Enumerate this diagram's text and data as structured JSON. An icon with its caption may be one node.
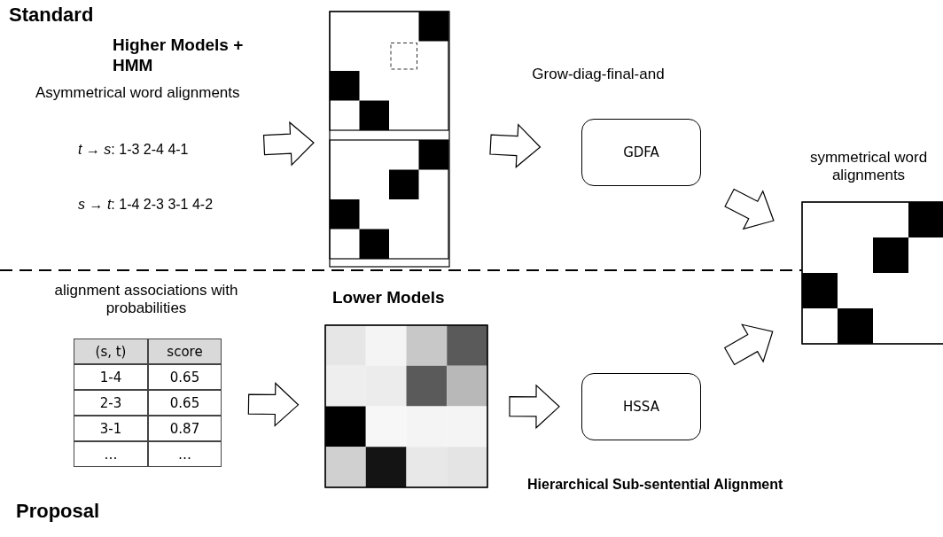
{
  "diagram": {
    "nodes": [
      {
        "text": [
          "Asymmetrical word alignments",
          "*t* → *s*: 1-3 2-4 4-1",
          "*s* → *t*: 1-4 2-3 3-1 4-2"
        ]
      },
      {
        "text": [],
        "shape": "box"
      },
      {
        "text": [
          "GDFA"
        ],
        "beside": [
          "Grow-diag-final-and"
        ]
      },
      {
        "text": [],
        "shape": "box",
        "beside": [
          "symmetrical word alignments"
        ]
      },
      {
        "text": [
          "(s, t)",
          "score",
          "1-4",
          "0.65",
          "2-3",
          "0.65",
          "3-1",
          "0.87",
          "…",
          "…"
        ],
        "beside": [
          "alignment associations with probabilities"
        ]
      },
      {
        "text": [],
        "shape": "box",
        "beside": [
          "Lower Models"
        ]
      },
      {
        "text": [
          "HSSA"
        ],
        "beside": [
          "Hierarchical Sub-sentential Alignment"
        ]
      }
    ],
    "edges": [
      {
        "from": 0,
        "to": 1,
        "arrow": "to"
      },
      {
        "from": 1,
        "to": 2,
        "arrow": "to"
      },
      {
        "from": 2,
        "to": 3,
        "arrow": "to"
      },
      {
        "from": 4,
        "to": 5,
        "arrow": "to"
      },
      {
        "from": 5,
        "to": 6,
        "arrow": "to"
      },
      {
        "from": 6,
        "to": 3,
        "arrow": "to"
      }
    ],
    "labels": [
      "Standard",
      "Higher Models + HMM",
      "Proposal"
    ]
  }
}
